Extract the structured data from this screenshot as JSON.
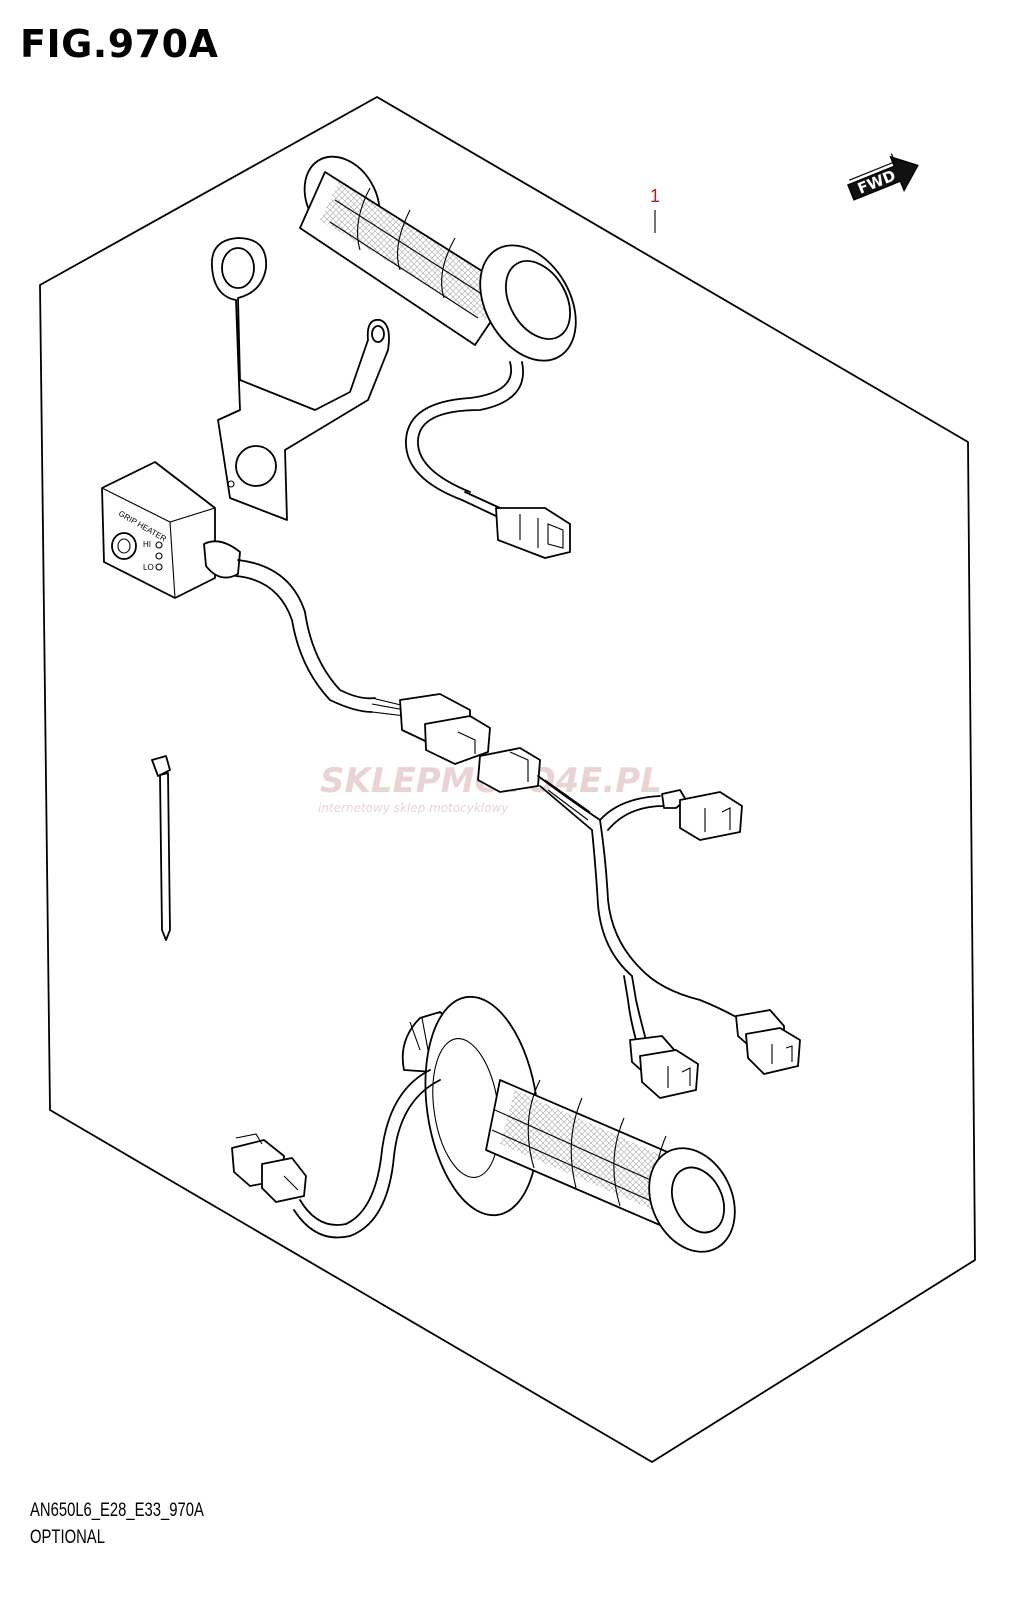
{
  "figure": {
    "title": "FIG.970A",
    "code": "AN650L6_E28_E33_970A",
    "name": "OPTIONAL"
  },
  "callouts": [
    {
      "number": "1",
      "color": "#b22222"
    }
  ],
  "fwd_label": "FWD",
  "switch_labels": {
    "brand": "GRIP HEATER",
    "hi": "HI",
    "lo": "LO"
  },
  "watermark": {
    "text": "SKLEPMOTO4E.PL",
    "subtext": "internetowy sklep motocyklowy",
    "color": "#e0b8b8"
  }
}
